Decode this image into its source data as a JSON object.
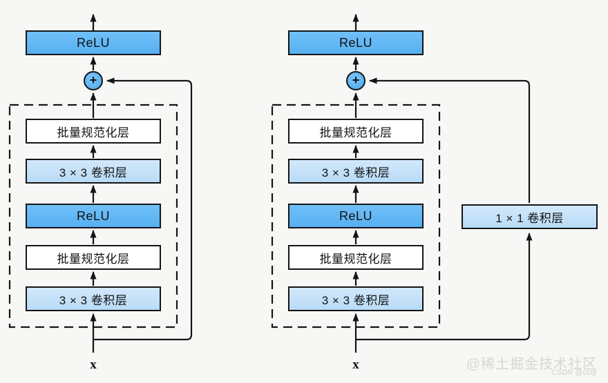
{
  "page": {
    "background": "#f7f7f5"
  },
  "colors": {
    "box_blue": "#5fb6f5",
    "box_light_blue": "#c3e1f9",
    "box_white": "#ffffff",
    "outline": "#141414",
    "watermark_gray": "#d6d6d3"
  },
  "left_block": {
    "output_activation": "ReLU",
    "add_operator": "+",
    "layers": [
      "批量规范化层",
      "3 × 3 卷积层",
      "ReLU",
      "批量规范化层",
      "3 × 3 卷积层"
    ],
    "input_label": "x"
  },
  "right_block": {
    "output_activation": "ReLU",
    "add_operator": "+",
    "layers": [
      "批量规范化层",
      "3 × 3 卷积层",
      "ReLU",
      "批量规范化层",
      "3 × 3 卷积层"
    ],
    "shortcut_layer": "1 × 1 卷积层",
    "input_label": "x"
  },
  "watermark": {
    "line1": "@稀土掘金技术社区",
    "line2": "CSDN @ccql"
  }
}
